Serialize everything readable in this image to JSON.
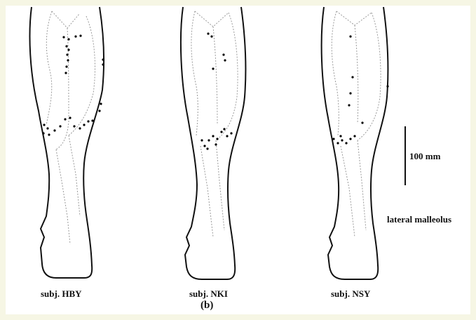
{
  "figure_label": "(b)",
  "scale_bar_label": "100 mm",
  "landmark_label": "lateral malleolus",
  "subjects": [
    {
      "label": "subj. HBY"
    },
    {
      "label": "subj. NKI"
    },
    {
      "label": "subj. NSY"
    }
  ],
  "colors": {
    "background": "#f6f6e4",
    "outline": "#111111",
    "muscle_lines": "#9a9a9a",
    "points": "#000000"
  }
}
